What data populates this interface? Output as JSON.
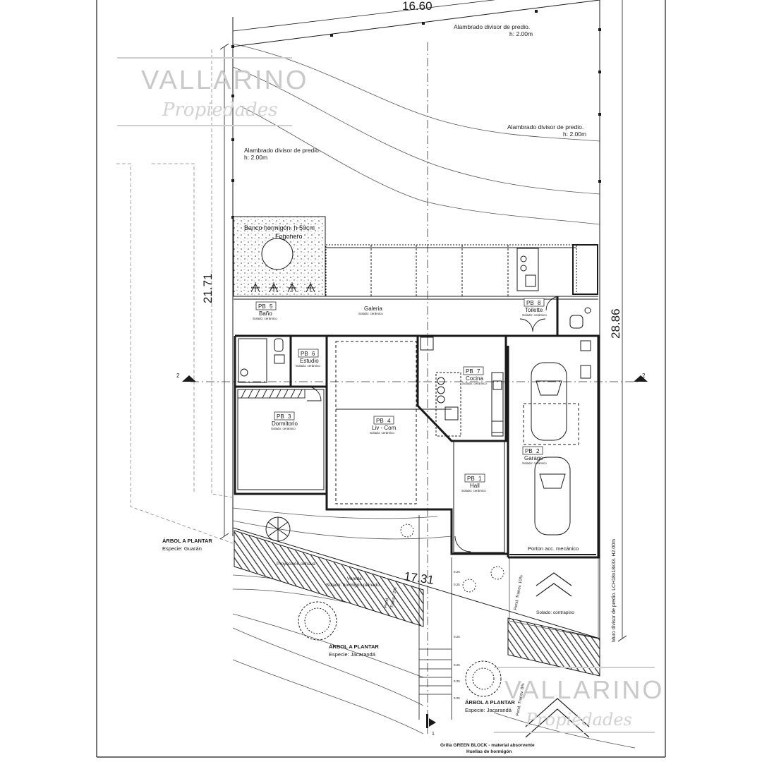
{
  "dimensions": {
    "top_width": "16.60",
    "left_depth": "21.71",
    "right_depth": "28.86",
    "front_width": "17.31"
  },
  "fences": {
    "top_center": [
      "Alambrado divisor de predio.",
      "h: 2.00m"
    ],
    "top_right": [
      "Alambrado divisor de predio.",
      "h: 2.00m"
    ],
    "left": [
      "Alambrado divisor de predio.",
      "h: 2.00m"
    ],
    "right_wall": "Muro divisor de predio. LCH18x18x33. H2.00m"
  },
  "patio": {
    "bench": "Banco hormigón. h 50cm",
    "fire_pit": "Fogonero"
  },
  "rooms": [
    {
      "code": "PB",
      "num": "1",
      "name": "Hall",
      "floor": "Solado: cerámico"
    },
    {
      "code": "PB",
      "num": "2",
      "name": "Garage",
      "floor": "Solado: cerámico"
    },
    {
      "code": "PB",
      "num": "3",
      "name": "Dormitorio",
      "floor": "Solado: cerámico"
    },
    {
      "code": "PB",
      "num": "4",
      "name": "Liv - Com",
      "floor": "Solado: cerámico"
    },
    {
      "code": "PB",
      "num": "5",
      "name": "Baño",
      "floor": "Solado: cerámico"
    },
    {
      "code": "PB",
      "num": "6",
      "name": "Estudio",
      "floor": "Solado: cerámico"
    },
    {
      "code": "PB",
      "num": "7",
      "name": "Cocina",
      "floor": "Solado: cerámico"
    },
    {
      "code": "PB",
      "num": "8",
      "name": "Toilette",
      "floor": "Solado: cerámico"
    }
  ],
  "galeria": {
    "name": "Galeria",
    "floor": "Solado: cerámico"
  },
  "section_marks": {
    "left": "2",
    "right": "2",
    "bottom": "1"
  },
  "gate": "Porton acc. mecánico",
  "exterior": {
    "tree_1": [
      "ÁRBOL A PLANTAR",
      "Especie: Guarán"
    ],
    "tree_2": [
      "ÁRBOL A PLANTAR",
      "Especie: Jacarandá"
    ],
    "tree_3": [
      "ÁRBOL A PLANTAR",
      "Especie: Jacarandá"
    ],
    "projection": "Proyección ochava",
    "sidewalk": [
      "Vereda",
      "Solado: hormigón peinado"
    ],
    "slope_1": [
      "Pend.",
      "Transv. 2%"
    ],
    "slope_2": "Pend. Transv. 10%",
    "slope_3": "Pend. Transv. 8%",
    "subfloor": "Solado: contrapiso",
    "grid": [
      "Grilla GREEN BLOCK - material absorvente",
      "Huellas de hormigón"
    ],
    "step_labels": [
      "0.25",
      "0.25",
      "0.25",
      "0.25",
      "0.25",
      "0.25"
    ]
  },
  "watermark": {
    "brand": "VALLARINO",
    "sub": "Propiedades"
  },
  "colors": {
    "ink": "#1a1a1a",
    "watermark": "#c9c9c9",
    "hatch": "#555555"
  }
}
